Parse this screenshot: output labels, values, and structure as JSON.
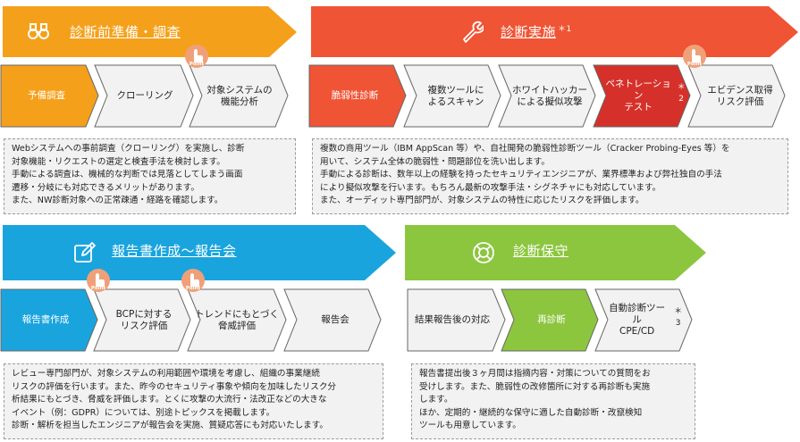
{
  "colors": {
    "orange": "#f5a01a",
    "red": "#ef5435",
    "blue": "#1aa4dd",
    "green": "#8cc63f",
    "gray_step": "#f2f2f2",
    "step_border": "#666666",
    "point_badge": "#f0a078"
  },
  "point_label": "Point",
  "sections": [
    {
      "key": "prep",
      "title": "診断前準備・調査",
      "title_sup": "",
      "icon": "binoculars-icon",
      "steps": [
        {
          "label": "予備調査",
          "highlight": true,
          "point": false
        },
        {
          "label": "クローリング",
          "highlight": false,
          "point": false
        },
        {
          "label": "対象システムの\n機能分析",
          "highlight": false,
          "point": true
        }
      ],
      "description": "Webシステムへの事前調査（クローリング）を実施し、診断\n対象機能・リクエストの選定と検査手法を検討します。\n手動による調査は、機械的な判断では見落としてしまう画面\n遷移・分岐にも対応できるメリットがあります。\nまた、NW診断対象への正常疎通・経路を確認します。"
    },
    {
      "key": "exec",
      "title": "診断実施",
      "title_sup": "＊1",
      "icon": "wrench-icon",
      "steps": [
        {
          "label": "脆弱性診断",
          "highlight": true,
          "point": false
        },
        {
          "label": "複数ツールに\nよるスキャン",
          "highlight": false,
          "point": false
        },
        {
          "label": "ホワイトハッカー\nによる擬似攻撃",
          "highlight": false,
          "point": false
        },
        {
          "label": "ペネトレーション\nテスト",
          "sup": "＊2",
          "highlight": true,
          "point": false
        },
        {
          "label": "エビデンス取得\nリスク評価",
          "highlight": false,
          "point": true
        }
      ],
      "description": "複数の商用ツール（IBM AppScan 等）や、自社開発の脆弱性診断ツール（Cracker Probing-Eyes 等）を\n用いて、システム全体の脆弱性・問題部位を洗い出します。\n手動による診断は、数年以上の経験を持ったセキュリティエンジニアが、業界標準および弊社独自の手法\nにより擬似攻撃を行います。もちろん最新の攻撃手法・シグネチャにも対応しています。\nまた、オーディット専門部門が、対象システムの特性に応じたリスクを評価します。"
    },
    {
      "key": "report",
      "title": "報告書作成～報告会",
      "title_sup": "",
      "icon": "edit-icon",
      "steps": [
        {
          "label": "報告書作成",
          "highlight": true,
          "point": false
        },
        {
          "label": "BCPに対する\nリスク評価",
          "highlight": false,
          "point": true
        },
        {
          "label": "トレンドにもとづく\n脅威評価",
          "highlight": false,
          "point": true
        },
        {
          "label": "報告会",
          "highlight": false,
          "point": false
        }
      ],
      "description": "レビュー専門部門が、対象システムの利用範囲や環境を考慮し、組織の事業継続\nリスクの評価を行います。また、昨今のセキュリティ事象や傾向を加味したリスク分\n析結果にもとづき、脅威を評価します。とくに攻撃の大流行・法改正などの大きな\nイベント（例：GDPR）については、別途トピックスを掲載します。\n診断・解析を担当したエンジニアが報告会を実施、質疑応答にも対応いたします。"
    },
    {
      "key": "maint",
      "title": "診断保守",
      "title_sup": "",
      "icon": "lifebuoy-icon",
      "steps": [
        {
          "label": "結果報告後の対応",
          "highlight": false,
          "point": false
        },
        {
          "label": "再診断",
          "highlight": true,
          "point": false
        },
        {
          "label": "自動診断ツール\nCPE/CD",
          "sup": "＊3",
          "highlight": false,
          "point": false
        }
      ],
      "description": "報告書提出後３ヶ月間は指摘内容・対策についての質問をお\n受けします。また、脆弱性の改修箇所に対する再診断も実施\nします。\nほか、定期的・継続的な保守に適した自動診断・改竄検知\nツールも用意しています。"
    }
  ]
}
